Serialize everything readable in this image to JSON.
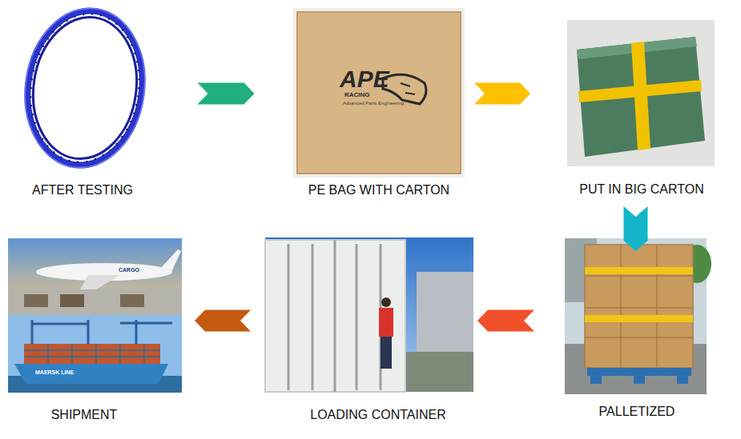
{
  "diagram": {
    "nodes": [
      {
        "text": [
          "AFTER TESTING"
        ]
      },
      {
        "text": [
          "PE BAG WITH CARTON"
        ]
      },
      {
        "text": [
          "PUT IN BIG CARTON"
        ]
      },
      {
        "text": [
          "PALLETIZED"
        ]
      },
      {
        "text": [
          "LOADING CONTAINER"
        ]
      },
      {
        "text": [
          "SHIPMENT"
        ]
      }
    ],
    "edges": [
      {
        "from": 0,
        "to": 1,
        "arrow": "to"
      },
      {
        "from": 1,
        "to": 2,
        "arrow": "to"
      },
      {
        "from": 2,
        "to": 3,
        "arrow": "to"
      },
      {
        "from": 3,
        "to": 4,
        "arrow": "to"
      },
      {
        "from": 4,
        "to": 5,
        "arrow": "to"
      }
    ],
    "labels": [
      "APE",
      "RACING",
      "Advanced Parts Engineering",
      "CARGO",
      "MAERSK LINE"
    ]
  }
}
